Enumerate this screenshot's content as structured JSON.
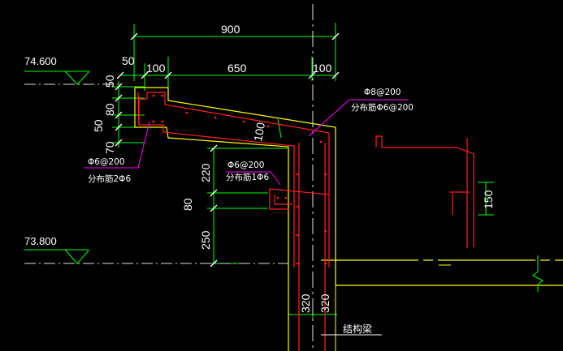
{
  "drawing": {
    "background": "#000000",
    "colors": {
      "dimension": "#00ff00",
      "text": "#ffffff",
      "concrete": "#ffff00",
      "rebar": "#ff2020",
      "leader": "#ff00ff",
      "axis": "#e0e0e0",
      "level_mark": "#00ff00",
      "break_mark": "#00ff00"
    },
    "levels": {
      "upper": "74.600",
      "lower": "73.800"
    },
    "dimensions": {
      "overall_width": "900",
      "top_left_offset": "50",
      "left_segment": "100",
      "middle_segment": "650",
      "right_segment": "100",
      "left_v_top": "50",
      "left_v_mid": "80",
      "left_v_low": "50",
      "left_v_bottom": "70",
      "slope_thickness": "100",
      "lower_v_1": "220",
      "lower_v_2": "80",
      "lower_v_3": "250",
      "column_width_1": "320",
      "column_width_2": "320",
      "right_detail": "150"
    },
    "annotations": {
      "rebar_top_spacing": "Φ8@200",
      "rebar_top_distribution": "分布筋Φ6@200",
      "rebar_left_spacing": "Φ6@200",
      "rebar_left_distribution": "分布筋2Φ6",
      "rebar_mid_spacing": "Φ6@200",
      "rebar_mid_distribution": "分布筋1Φ6",
      "structural_beam": "结构梁"
    }
  }
}
